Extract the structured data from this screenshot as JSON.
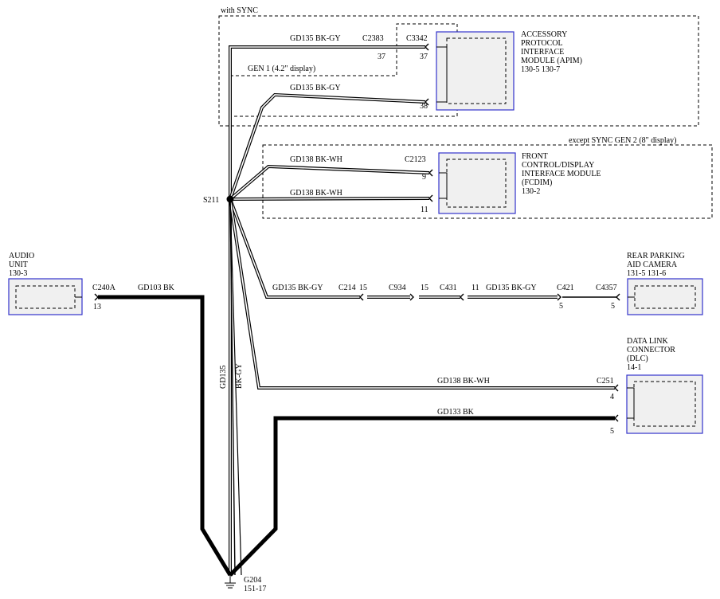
{
  "regions": {
    "with_sync": "with SYNC",
    "gen1": "GEN 1 (4.2\" display)",
    "except_sync": "except SYNC GEN 2 (8\" display)"
  },
  "apim": {
    "lines": [
      "ACCESSORY",
      "PROTOCOL",
      "INTERFACE",
      "MODULE (APIM)",
      "130-5  130-7"
    ]
  },
  "fcdim": {
    "lines": [
      "FRONT",
      "CONTROL/DISPLAY",
      "INTERFACE MODULE",
      "(FCDIM)",
      "130-2"
    ]
  },
  "audio": {
    "lines": [
      "AUDIO",
      "UNIT",
      "130-3"
    ],
    "connector": "C240A",
    "pin": "13",
    "wire_label": "GD103   BK"
  },
  "camera": {
    "lines": [
      "REAR PARKING",
      "AID CAMERA",
      "131-5  131-6"
    ],
    "connector": "C4357",
    "pin": "5"
  },
  "dlc": {
    "lines": [
      "DATA LINK",
      "CONNECTOR",
      "(DLC)",
      "14-1"
    ],
    "connector": "C251",
    "pin_top": "4",
    "pin_bottom": "5"
  },
  "wires": {
    "apim_top": "GD135   BK-GY",
    "c2383": "C2383",
    "c2383_pin": "37",
    "c3342": "C3342",
    "c3342_pin": "37",
    "apim_bottom": "GD135   BK-GY",
    "apim_bottom_pin": "38",
    "fcdim_top": "GD138   BK-WH",
    "c2123": "C2123",
    "fcdim_top_pin": "9",
    "fcdim_bottom": "GD138   BK-WH",
    "fcdim_bottom_pin": "11",
    "cam_run1": "GD135   BK-GY",
    "c214": "C214",
    "c214_pin": "15",
    "c934": "C934",
    "c934_pin": "15",
    "c431": "C431",
    "c431_pin": "11",
    "cam_run2": "GD135   BK-GY",
    "c421": "C421",
    "c421_pin": "5",
    "dlc_top": "GD138   BK-WH",
    "dlc_bottom": "GD133   BK",
    "vertical_gd135": "GD135",
    "vertical_bkgy": "BK-GY"
  },
  "splice": "S211",
  "ground": {
    "name": "G204",
    "ref": "151-17"
  }
}
